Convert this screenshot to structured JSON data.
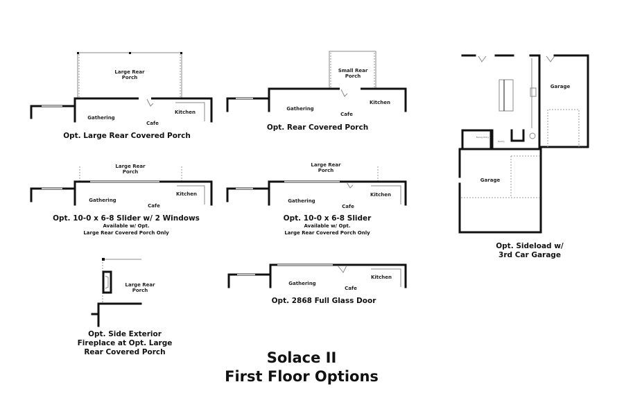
{
  "title": {
    "line1": "Solace II",
    "line2": "First Floor Options"
  },
  "rooms": {
    "gathering": "Gathering",
    "cafe": "Cafe",
    "kitchen": "Kitchen",
    "large_porch": "Large Rear Porch",
    "small_porch": "Small Rear Porch",
    "garage": "Garage",
    "family_entry": "Family Entry",
    "pantry": "Pantry"
  },
  "options": [
    {
      "caption": "Opt. Large Rear Covered Porch"
    },
    {
      "caption": "Opt. Rear Covered Porch"
    },
    {
      "caption": "Opt. 10-0 x 6-8 Slider w/ 2 Windows",
      "note1": "Available w/ Opt.",
      "note2": "Large Rear Covered Porch Only"
    },
    {
      "caption": "Opt. 10-0 x 6-8 Slider",
      "note1": "Available w/ Opt.",
      "note2": "Large Rear Covered Porch Only"
    },
    {
      "caption": "Opt. 2868 Full Glass Door"
    },
    {
      "line1": "Opt. Side Exterior",
      "line2": "Fireplace at Opt. Large",
      "line3": "Rear Covered Porch"
    },
    {
      "line1": "Opt. Sideload w/",
      "line2": "3rd Car Garage"
    }
  ]
}
